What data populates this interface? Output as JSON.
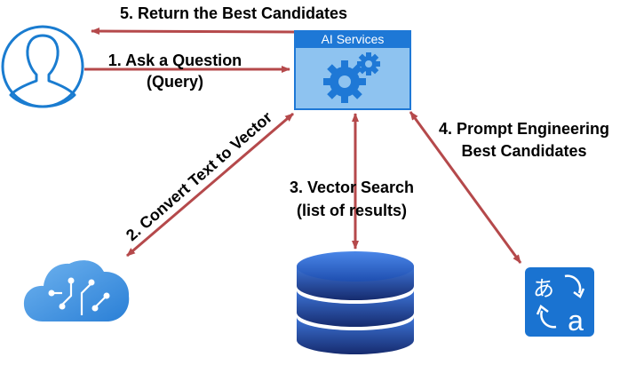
{
  "services": {
    "title": "AI Services"
  },
  "steps": {
    "step5": "5. Return the Best Candidates",
    "step1_line1": "1. Ask a Question",
    "step1_line2": "(Query)",
    "step2": "2. Convert Text to Vector",
    "step3_line1": "3. Vector Search",
    "step3_line2": "(list of results)",
    "step4_line1": "4. Prompt Engineering",
    "step4_line2": "Best Candidates"
  },
  "icons": {
    "user": "user-icon",
    "gears": "gear-icon",
    "cloud": "cognitive-cloud-icon",
    "database": "database-icon",
    "translator": "translator-icon"
  },
  "translator": {
    "glyph_source": "あ",
    "glyph_target": "a"
  },
  "colors": {
    "arrow": "#b5494b",
    "service_blue": "#1e78d6",
    "service_fill": "#8ec3f0",
    "user_blue": "#1a7cd0",
    "db_dark": "#17307a",
    "db_light": "#3d74d6",
    "translator_bg": "#1a73d1"
  }
}
